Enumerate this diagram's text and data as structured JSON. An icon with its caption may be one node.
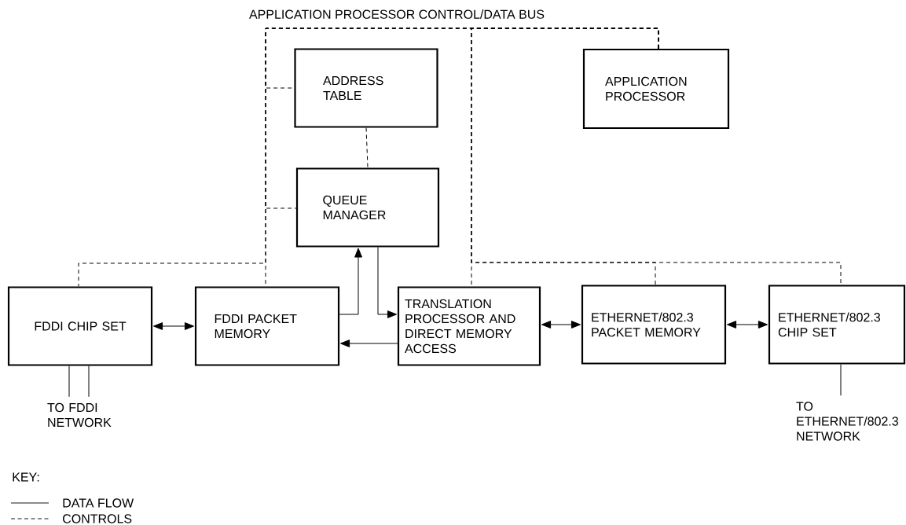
{
  "diagram": {
    "nodes": [
      {
        "text": [
          "ADDRESS TABLE"
        ]
      },
      {
        "text": [
          "APPLICATION PROCESSOR"
        ]
      },
      {
        "text": [
          "QUEUE MANAGER"
        ]
      },
      {
        "text": [
          "FDDI CHIP SET"
        ]
      },
      {
        "text": [
          "FDDI PACKET MEMORY"
        ]
      },
      {
        "text": [
          "TRANSLATION PROCESSOR AND DIRECT MEMORY ACCESS"
        ]
      },
      {
        "text": [
          "ETHERNET/802.3 PACKET MEMORY"
        ]
      },
      {
        "text": [
          "ETHERNET/802.3 CHIP SET"
        ]
      },
      {
        "text": [
          "TO FDDI NETWORK"
        ]
      },
      {
        "text": [
          "TO ETHERNET/802.3 NETWORK"
        ]
      }
    ],
    "edges": [
      {
        "from": 3,
        "to": 4,
        "arrow": "both"
      },
      {
        "from": 4,
        "to": 2,
        "arrow": "to"
      },
      {
        "from": 2,
        "to": 5,
        "arrow": "to"
      },
      {
        "from": 5,
        "to": 4,
        "arrow": "to"
      },
      {
        "from": 5,
        "to": 6,
        "arrow": "both"
      },
      {
        "from": 6,
        "to": 7,
        "arrow": "both"
      },
      {
        "from": 3,
        "to": 8,
        "arrow": "none"
      },
      {
        "from": 3,
        "to": 8,
        "arrow": "none"
      },
      {
        "from": 7,
        "to": 9,
        "arrow": "none"
      },
      {
        "from": 1,
        "to": 0,
        "arrow": "none",
        "style": "dashed"
      },
      {
        "from": 1,
        "to": 2,
        "arrow": "none",
        "style": "dashed"
      },
      {
        "from": 1,
        "to": 4,
        "arrow": "none",
        "style": "dashed"
      },
      {
        "from": 1,
        "to": 3,
        "arrow": "none",
        "style": "dashed"
      },
      {
        "from": 1,
        "to": 5,
        "arrow": "none",
        "style": "dashed"
      },
      {
        "from": 1,
        "to": 6,
        "arrow": "none",
        "style": "dashed"
      },
      {
        "from": 1,
        "to": 7,
        "arrow": "none",
        "style": "dashed"
      },
      {
        "from": 0,
        "to": 2,
        "arrow": "none",
        "style": "dashed"
      }
    ],
    "labels": [
      "APPLICATION PROCESSOR CONTROL/DATA BUS",
      "KEY:"
    ],
    "legend": [
      {
        "text": "DATA FLOW"
      },
      {
        "text": "CONTROLS"
      }
    ]
  }
}
